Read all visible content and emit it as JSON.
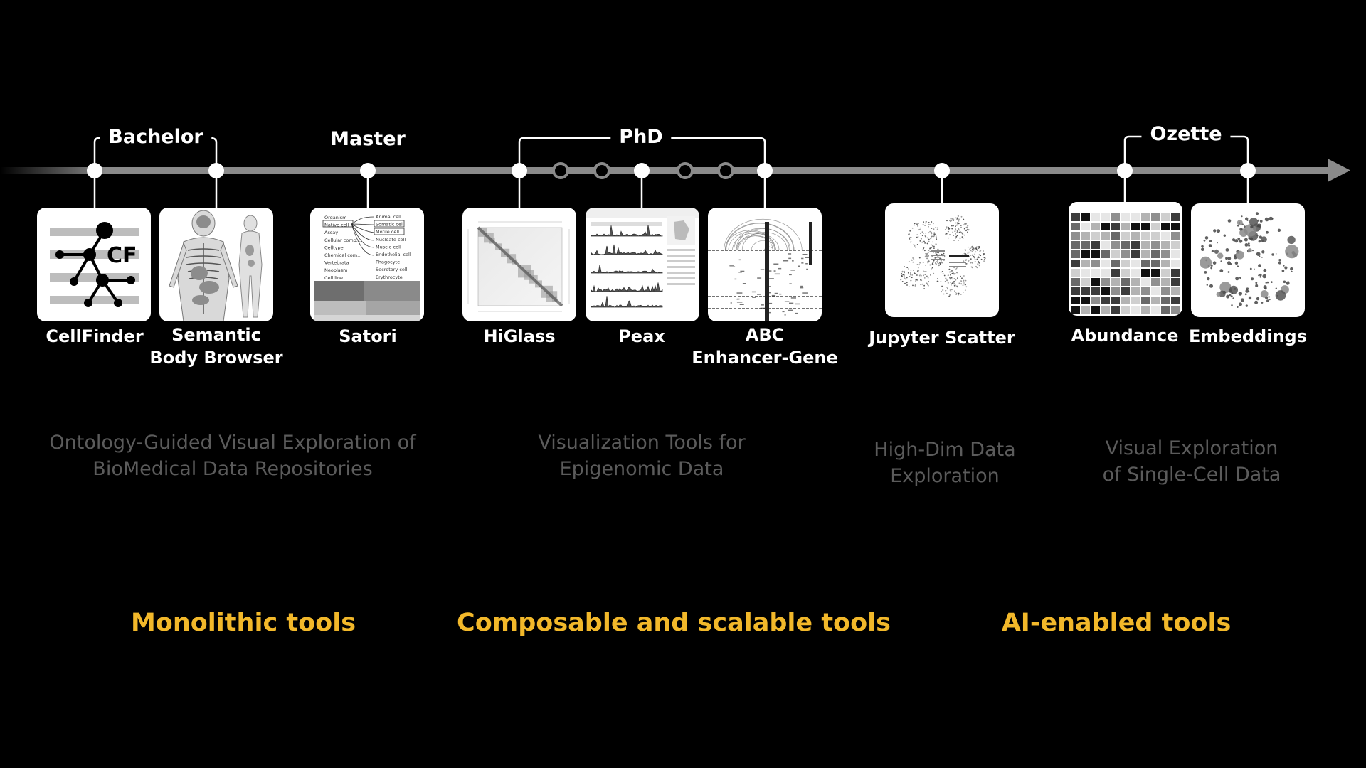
{
  "periods": {
    "bachelor": "Bachelor",
    "master": "Master",
    "phd": "PhD",
    "ozette": "Ozette"
  },
  "tools": [
    {
      "line1": "CellFinder",
      "line2": ""
    },
    {
      "line1": "Semantic",
      "line2": "Body Browser"
    },
    {
      "line1": "Satori",
      "line2": ""
    },
    {
      "line1": "HiGlass",
      "line2": ""
    },
    {
      "line1": "Peax",
      "line2": ""
    },
    {
      "line1": "ABC",
      "line2": "Enhancer-Gene"
    },
    {
      "line1": "Jupyter Scatter",
      "line2": ""
    },
    {
      "line1": "Abundance",
      "line2": ""
    },
    {
      "line1": "Embeddings",
      "line2": ""
    }
  ],
  "cellfinder_logo": "CF",
  "descriptions": {
    "ontology": {
      "line1": "Ontology-Guided Visual Exploration of",
      "line2": "BioMedical Data Repositories"
    },
    "epigenomic": {
      "line1": "Visualization Tools for",
      "line2": "Epigenomic Data"
    },
    "highdim": {
      "line1": "High-Dim Data",
      "line2": "Exploration"
    },
    "singlecell": {
      "line1": "Visual Exploration",
      "line2": "of Single-Cell Data"
    }
  },
  "categories": {
    "monolithic": "Monolithic tools",
    "composable": "Composable and scalable tools",
    "ai": "AI-enabled tools"
  },
  "satori_terms": {
    "left": [
      "Organism",
      "Native cell",
      "Assay",
      "Cellular comp...",
      "Celltype",
      "Chemical com...",
      "Vertebrata",
      "Neoplasm",
      "Cell line"
    ],
    "right": [
      "Animal cell",
      "Somatic cell",
      "Motile cell",
      "Nucleate cell",
      "Muscle cell",
      "Endothelial cell",
      "Phagocyte",
      "Secretory cell",
      "Erythrocyte"
    ]
  },
  "colors": {
    "background": "#000000",
    "timeline": "#8a8a8a",
    "category": "#f2b82a",
    "description": "#5b5b5b"
  }
}
